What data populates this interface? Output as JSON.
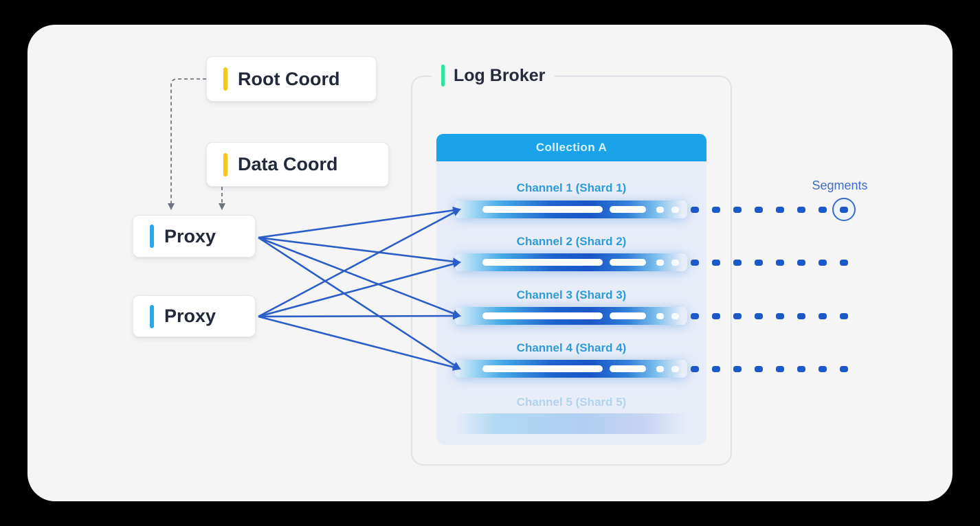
{
  "canvas": {
    "background": "#000000",
    "card_background": "#f5f5f6"
  },
  "nodes": {
    "root_coord": {
      "label": "Root Coord",
      "accent": "#f8c818"
    },
    "data_coord": {
      "label": "Data Coord",
      "accent": "#f8c818"
    },
    "proxy_1": {
      "label": "Proxy",
      "accent": "#2aa9e9"
    },
    "proxy_2": {
      "label": "Proxy",
      "accent": "#2aa9e9"
    }
  },
  "log_broker": {
    "label": "Log Broker",
    "accent": "#2ee5a0",
    "collection": {
      "title": "Collection A",
      "header_color": "#1ba3ea",
      "channels": [
        {
          "label": "Channel 1 (Shard 1)",
          "state": "active",
          "segments": 8,
          "last_segment_circled": true
        },
        {
          "label": "Channel 2 (Shard 2)",
          "state": "active",
          "segments": 8,
          "last_segment_circled": false
        },
        {
          "label": "Channel 3 (Shard 3)",
          "state": "active",
          "segments": 8,
          "last_segment_circled": false
        },
        {
          "label": "Channel 4 (Shard 4)",
          "state": "active",
          "segments": 8,
          "last_segment_circled": false
        },
        {
          "label": "Channel 5 (Shard 5)",
          "state": "inactive",
          "segments": 0,
          "last_segment_circled": false
        }
      ]
    }
  },
  "annotations": {
    "segments_label": "Segments"
  },
  "edges": {
    "dashed_from_coords_to_proxy": 2,
    "solid_proxy_to_channels_per_proxy": 4,
    "arrow_color": "#2a5ec6",
    "dashed_arrow_color": "#6f7580",
    "segment_dot_color": "#1d58c8",
    "channel_label_color": "#2d9cd7"
  }
}
